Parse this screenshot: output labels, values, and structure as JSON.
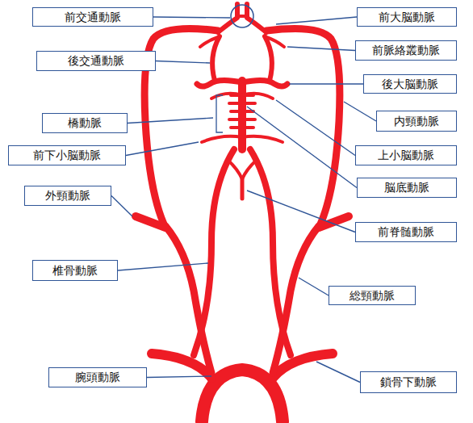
{
  "diagram": {
    "nodes": [
      {
        "text": [
          "前交通動脈"
        ]
      },
      {
        "text": [
          "前大脳動脈"
        ]
      },
      {
        "text": [
          "後交通動脈"
        ]
      },
      {
        "text": [
          "前脈絡叢動脈"
        ]
      },
      {
        "text": [
          "後大脳動脈"
        ]
      },
      {
        "text": [
          "橋動脈"
        ]
      },
      {
        "text": [
          "内頸動脈"
        ]
      },
      {
        "text": [
          "前下小脳動脈"
        ]
      },
      {
        "text": [
          "上小脳動脈"
        ]
      },
      {
        "text": [
          "外頸動脈"
        ]
      },
      {
        "text": [
          "脳底動脈"
        ]
      },
      {
        "text": [
          "前脊髄動脈"
        ]
      },
      {
        "text": [
          "椎骨動脈"
        ]
      },
      {
        "text": [
          "総頸動脈"
        ]
      },
      {
        "text": [
          "腕頭動脈"
        ]
      },
      {
        "text": [
          "鎖骨下動脈"
        ]
      }
    ]
  }
}
